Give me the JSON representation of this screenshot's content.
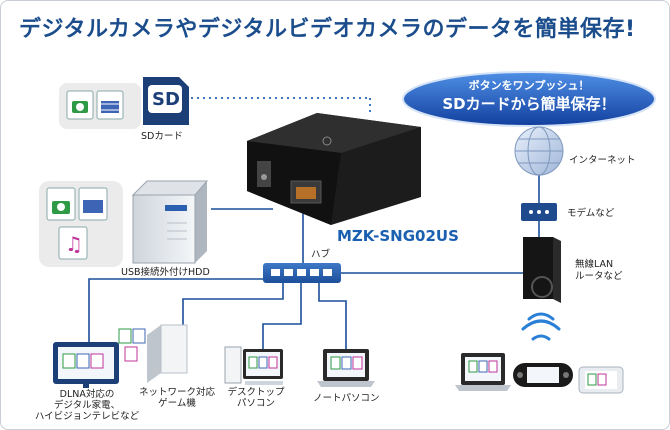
{
  "title": "デジタルカメラやデジタルビデオカメラのデータを簡単保存!",
  "callout": {
    "line1": "ボタンをワンプッシュ！",
    "line2": "SDカードから簡単保存！"
  },
  "sd_card": {
    "symbol": "SD",
    "label": "SDカード"
  },
  "device_model": "MZK-SNG02US",
  "hub_label": "ハブ",
  "hdd_label": "USB接続外付けHDD",
  "internet_label": "インターネット",
  "modem_label": "モデムなど",
  "router_label": [
    "無線LAN",
    "ルータなど"
  ],
  "tv_label": [
    "DLNA対応の",
    "デジタル家電、",
    "ハイビジョンテレビなど"
  ],
  "game_label": [
    "ネットワーク対応",
    "ゲーム機"
  ],
  "desktop_label": [
    "デスクトップ",
    "パソコン"
  ],
  "notebook_label": "ノートパソコン",
  "colors": {
    "title": "#1b4d8c",
    "model": "#1a5fb0",
    "callout_bg": "#1f5fc8",
    "line": "#1a4f99",
    "dotted": "#3a78c4"
  }
}
